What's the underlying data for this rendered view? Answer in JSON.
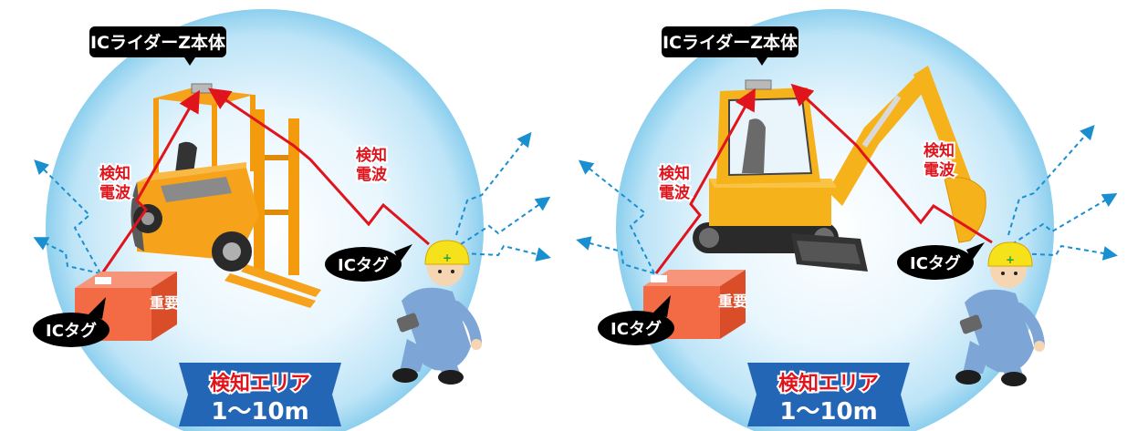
{
  "colors": {
    "circle_light": "#e8f6fd",
    "circle_mid": "#bde4f7",
    "circle_edge": "#8ccfee",
    "signal_red": "#e0141c",
    "wave_blue": "#1a8fd0",
    "label_bg": "#000000",
    "label_text": "#ffffff",
    "box_orange": "#f26b45",
    "badge_blue": "#2466b6",
    "badge_red": "#e0141c"
  },
  "diagrams": [
    {
      "machine": "forklift",
      "main_unit_label": "ICライダーZ本体",
      "wave_label_left": [
        "検知",
        "電波"
      ],
      "wave_label_right": [
        "検知",
        "電波"
      ],
      "tag_label_worker": "ICタグ",
      "tag_label_box": "ICタグ",
      "box_label": "重要",
      "area_title": "検知エリア",
      "area_range": "1〜10m"
    },
    {
      "machine": "excavator",
      "main_unit_label": "ICライダーZ本体",
      "wave_label_left": [
        "検知",
        "電波"
      ],
      "wave_label_right": [
        "検知",
        "電波"
      ],
      "tag_label_worker": "ICタグ",
      "tag_label_box": "ICタグ",
      "box_label": "重要",
      "area_title": "検知エリア",
      "area_range": "1〜10m"
    }
  ]
}
